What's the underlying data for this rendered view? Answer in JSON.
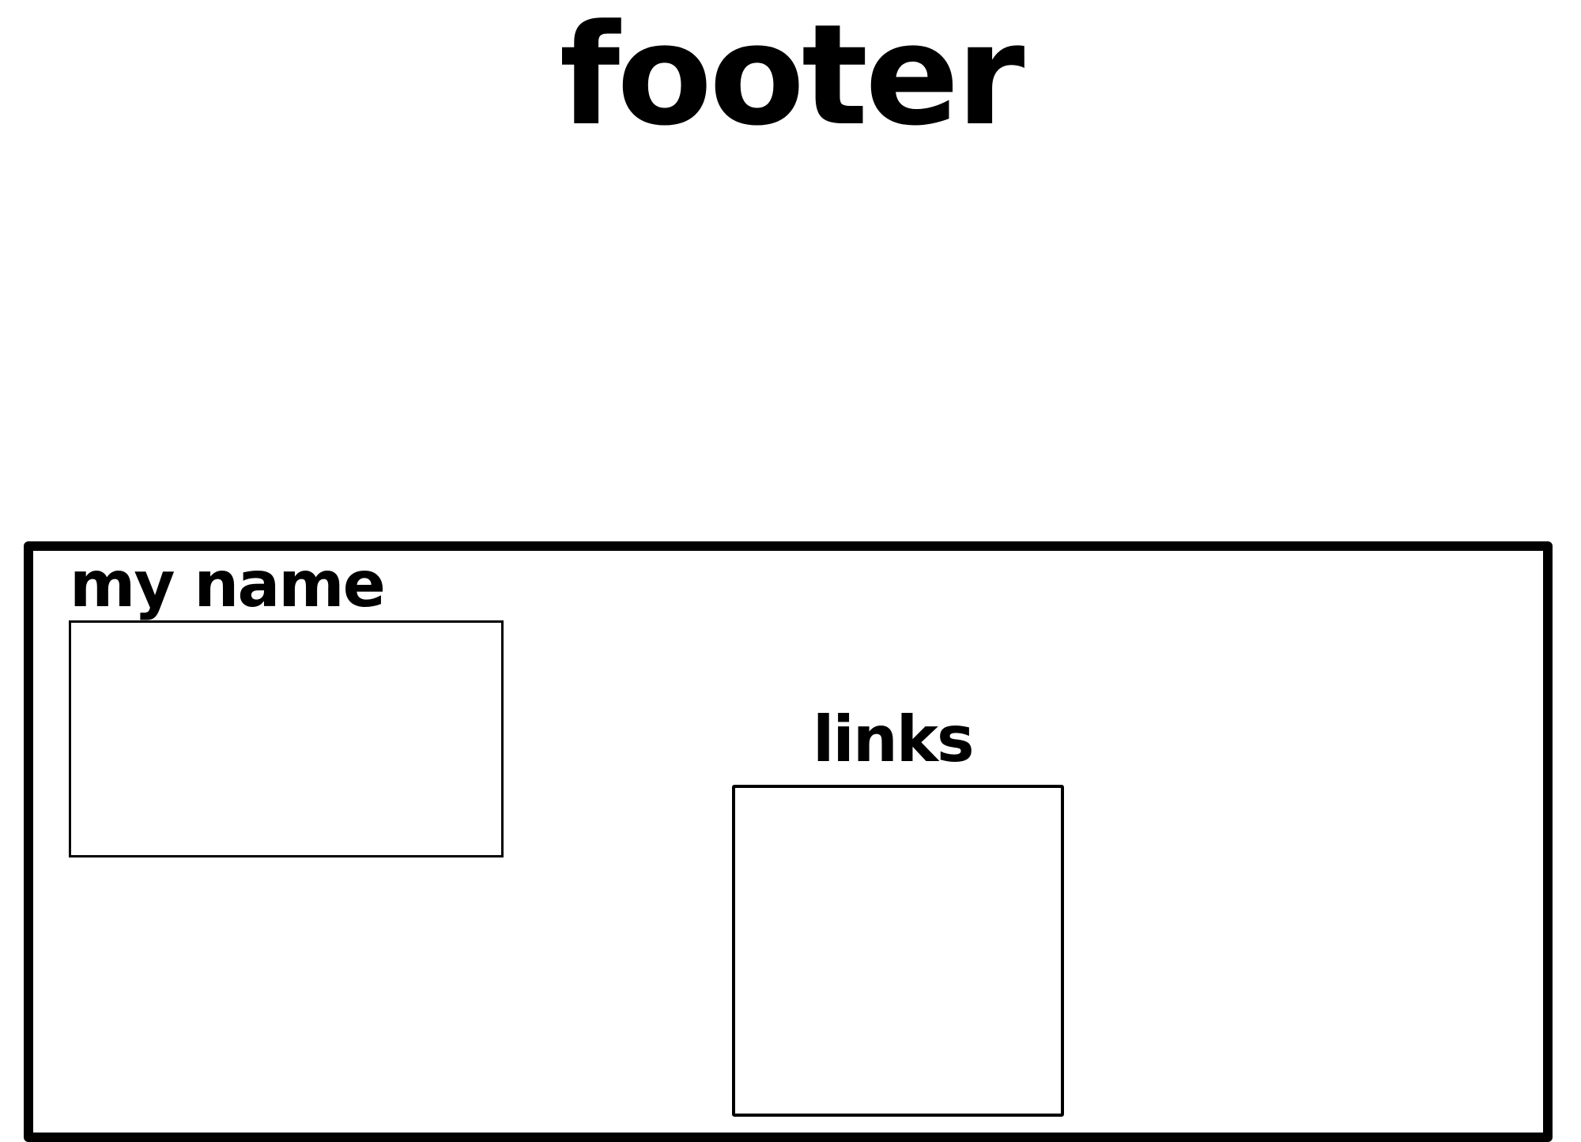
{
  "title": "footer",
  "sections": [
    {
      "label": "my name"
    },
    {
      "label": "links"
    }
  ]
}
